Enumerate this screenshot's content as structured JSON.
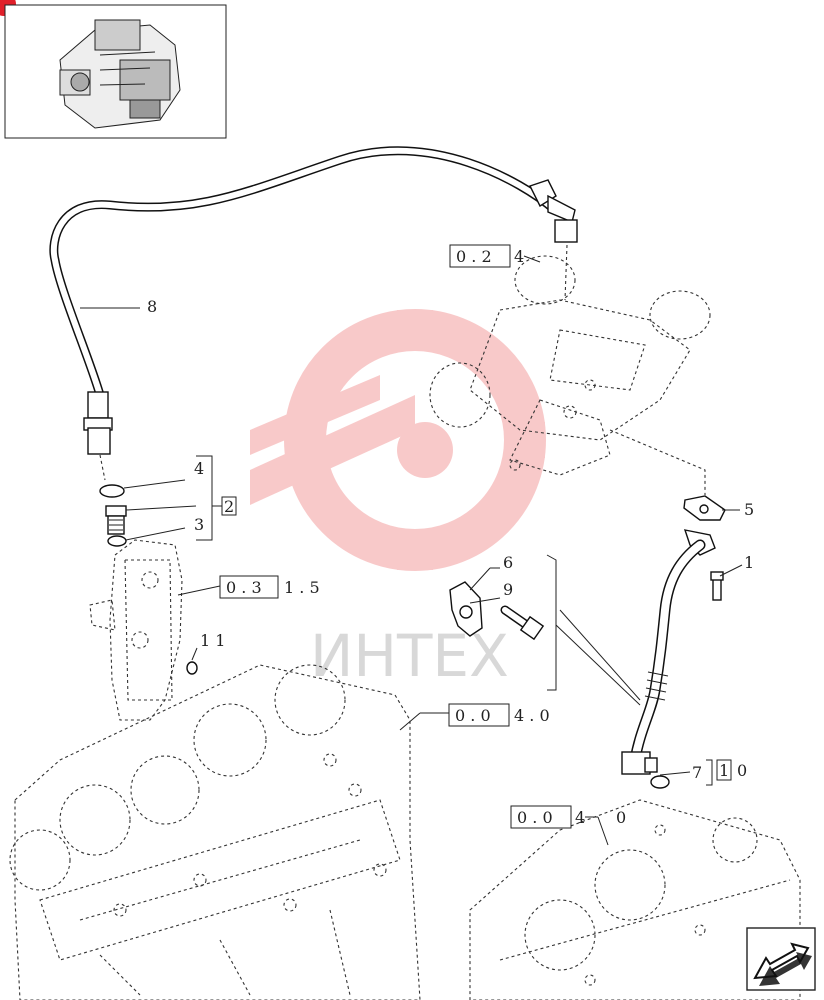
{
  "watermark": {
    "text": "ИНТЕХ",
    "color": "#f08a8a"
  },
  "thumbnail": {
    "icon": "engine-thumbnail-icon"
  },
  "corner_marker": {
    "color": "#e0202a"
  },
  "nav": {
    "icon": "next-page-arrow-icon"
  },
  "callouts": {
    "c1": "1",
    "c2": "2",
    "c3": "3",
    "c4": "4",
    "c5": "5",
    "c6": "6",
    "c7": "7",
    "c8": "8",
    "c9": "9",
    "c10_box": "1",
    "c10_tail": "0",
    "c11": "1 1"
  },
  "refs": {
    "ref_turbo": {
      "box": "0 . 2",
      "tail": "4"
    },
    "ref_filter": {
      "box": "0 . 3",
      "tail": "1 . 5"
    },
    "ref_block": {
      "box": "0 . 0",
      "tail": "4 . 0"
    },
    "ref_block2": {
      "box": "0 . 0",
      "tail_a": "4",
      "tail_b": "0"
    }
  }
}
